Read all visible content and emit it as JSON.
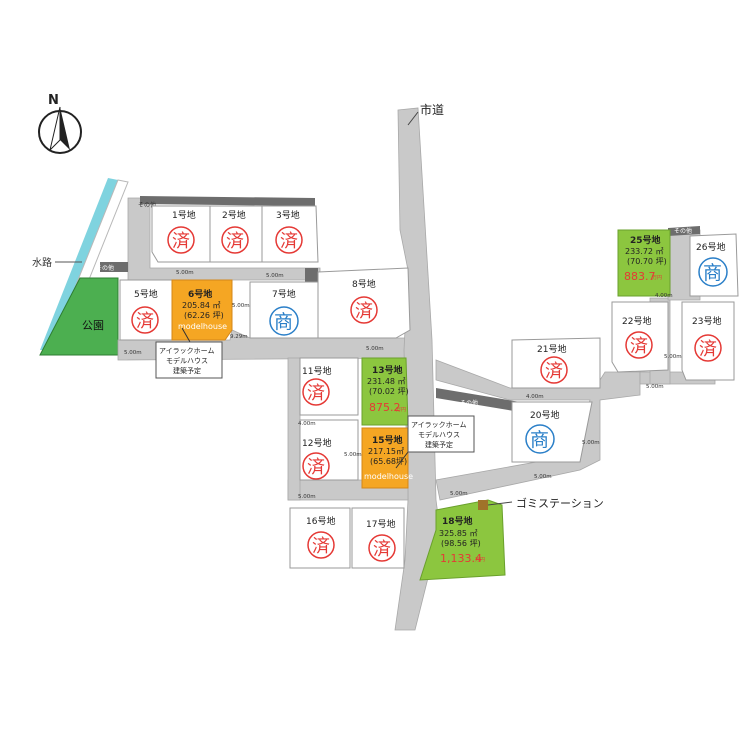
{
  "compass": {
    "north": "N"
  },
  "roads": {
    "city_road": "市道",
    "waterway": "水路",
    "park": "公園",
    "garbage_station": "ゴミステーション",
    "other": "その他"
  },
  "widths": {
    "w500": "5.00m",
    "w400": "4.00m",
    "w929": "9.29m"
  },
  "stamps": {
    "sold": "済",
    "commercial": "商"
  },
  "lots": {
    "l1": "1号地",
    "l2": "2号地",
    "l3": "3号地",
    "l5": "5号地",
    "l6": "6号地",
    "l7": "7号地",
    "l8": "8号地",
    "l11": "11号地",
    "l12": "12号地",
    "l13": "13号地",
    "l15": "15号地",
    "l16": "16号地",
    "l17": "17号地",
    "l18": "18号地",
    "l20": "20号地",
    "l21": "21号地",
    "l22": "22号地",
    "l23": "23号地",
    "l25": "25号地",
    "l26": "26号地"
  },
  "lot_details": {
    "l6_area": "205.84 ㎡",
    "l6_tsubo": "(62.26 坪)",
    "l6_tag": "modelhouse",
    "l13_area": "231.48 ㎡",
    "l13_tsubo": "(70.02 坪)",
    "l13_price": "875.2",
    "l15_area": "217.15㎡",
    "l15_tsubo": "(65.68坪)",
    "l15_tag": "modelhouse",
    "l18_area": "325.85 ㎡",
    "l18_tsubo": "(98.56 坪)",
    "l18_price": "1,133.4",
    "l25_area": "233.72 ㎡",
    "l25_tsubo": "(70.70 坪)",
    "l25_price": "883.7",
    "price_unit": "万円"
  },
  "callouts": {
    "c1_line1": "アイラックホーム",
    "c1_line2": "モデルハウス",
    "c1_line3": "建築予定",
    "c2_line1": "アイラックホーム",
    "c2_line2": "モデルハウス",
    "c2_line3": "建築予定"
  },
  "colors": {
    "road": "#c9c9c9",
    "lot_line": "#9a9a9a",
    "available": "#8cc63f",
    "modelhouse": "#f5a623",
    "park": "#4caf50",
    "water": "#7fd3df",
    "sold_stamp": "#e53935",
    "commercial_stamp": "#2a7fc8",
    "other_strip": "#6d6d6d",
    "price": "#e53935"
  }
}
